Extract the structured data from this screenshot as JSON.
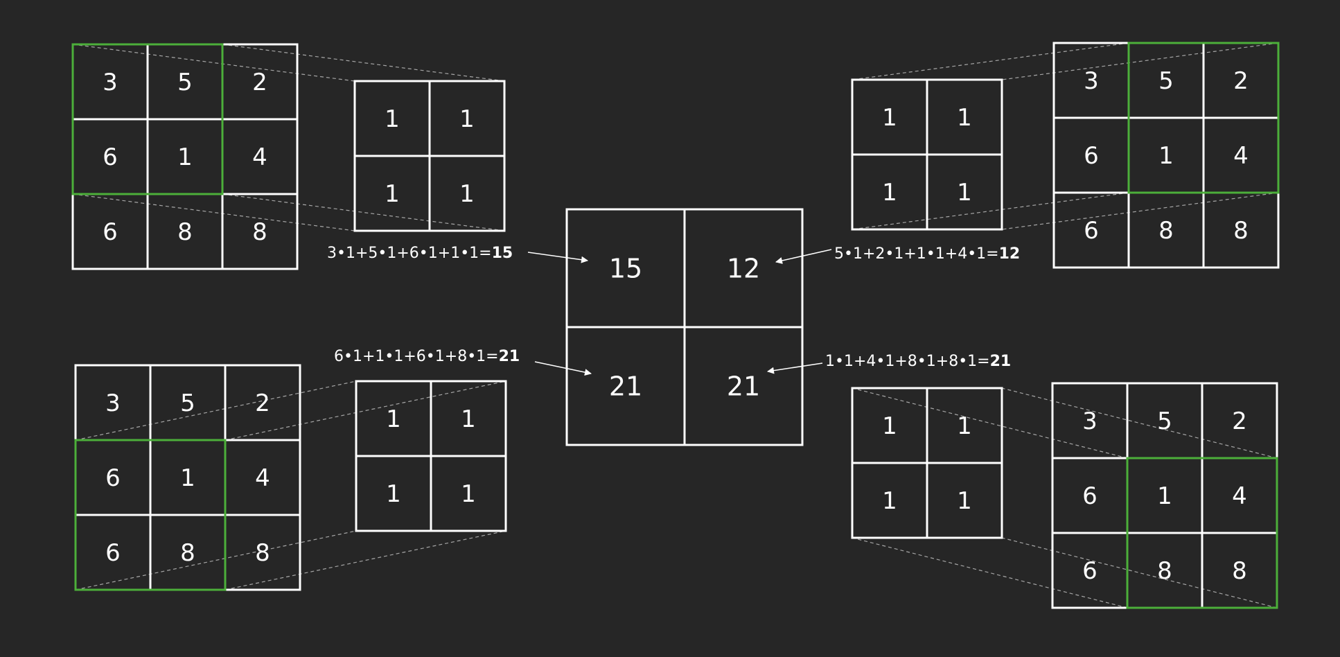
{
  "colors": {
    "background": "#262626",
    "line": "#ffffff",
    "highlight": "#4caf3a",
    "projection": "#bdbdbd"
  },
  "input_matrix": [
    [
      3,
      5,
      2
    ],
    [
      6,
      1,
      4
    ],
    [
      6,
      8,
      8
    ]
  ],
  "kernel": [
    [
      1,
      1
    ],
    [
      1,
      1
    ]
  ],
  "output_matrix": [
    [
      15,
      12
    ],
    [
      21,
      21
    ]
  ],
  "steps": [
    {
      "window": [
        0,
        0
      ],
      "equation": "3•1+5•1+6•1+1•1=",
      "result": "15"
    },
    {
      "window": [
        0,
        1
      ],
      "equation": "5•1+2•1+1•1+4•1=",
      "result": "12"
    },
    {
      "window": [
        1,
        0
      ],
      "equation": "6•1+1•1+6•1+8•1=",
      "result": "21"
    },
    {
      "window": [
        1,
        1
      ],
      "equation": "1•1+4•1+8•1+8•1=",
      "result": "21"
    }
  ]
}
